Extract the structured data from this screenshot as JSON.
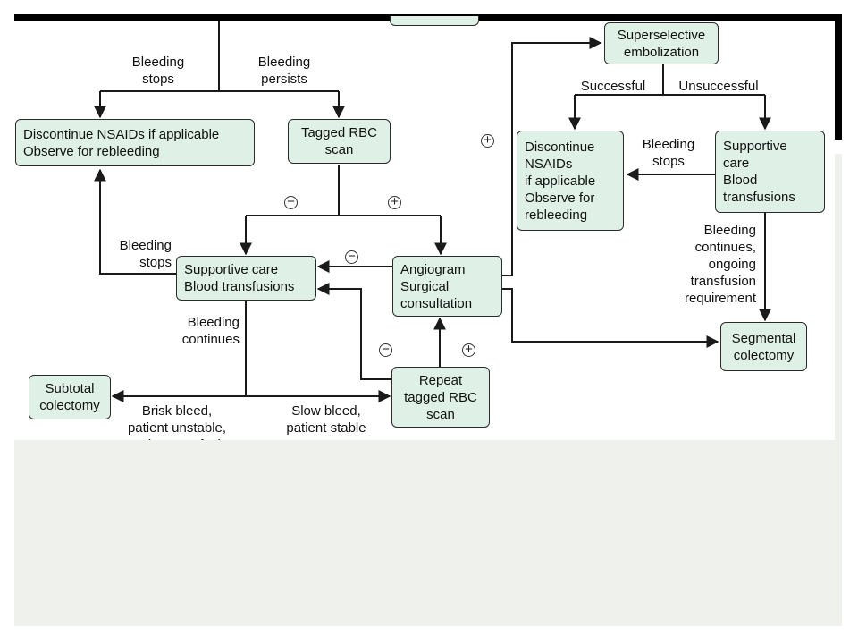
{
  "nodes": {
    "discontinue_nsaids_left": "Discontinue NSAIDs if applicable\nObserve for rebleeding",
    "tagged_rbc_scan": "Tagged RBC\nscan",
    "supportive_care_center": "Supportive care\nBlood transfusions",
    "angiogram": "Angiogram\nSurgical\n    consultation",
    "repeat_tagged_rbc_scan": "Repeat\ntagged RBC\nscan",
    "subtotal_colectomy": "Subtotal\ncolectomy",
    "superselective_embolization": "Superselective\nembolization",
    "discontinue_nsaids_right": "Discontinue\n NSAIDs\n   if applicable\nObserve for\n  rebleeding",
    "supportive_care_right": "Supportive\n   care\nBlood\n   transfusions",
    "segmental_colectomy": "Segmental\ncolectomy"
  },
  "edge_labels": {
    "bleeding_stops_top": "Bleeding\nstops",
    "bleeding_persists_top": "Bleeding\npersists",
    "bleeding_stops_left": "Bleeding\nstops",
    "bleeding_continues_center": "Bleeding\ncontinues",
    "brisk_bleed": "Brisk bleed,\npatient unstable,\nongoing transfusion",
    "slow_bleed": "Slow bleed,\npatient stable",
    "successful": "Successful",
    "unsuccessful": "Unsuccessful",
    "bleeding_stops_right": "Bleeding\nstops",
    "bleeding_continues_right": "Bleeding\ncontinues,\nongoing\ntransfusion\nrequirement"
  },
  "signs": {
    "negative": "−",
    "positive": "+"
  },
  "colors": {
    "node_fill": "#dff0e6",
    "line": "#1a1a1a",
    "panel": "#eef1ec"
  }
}
